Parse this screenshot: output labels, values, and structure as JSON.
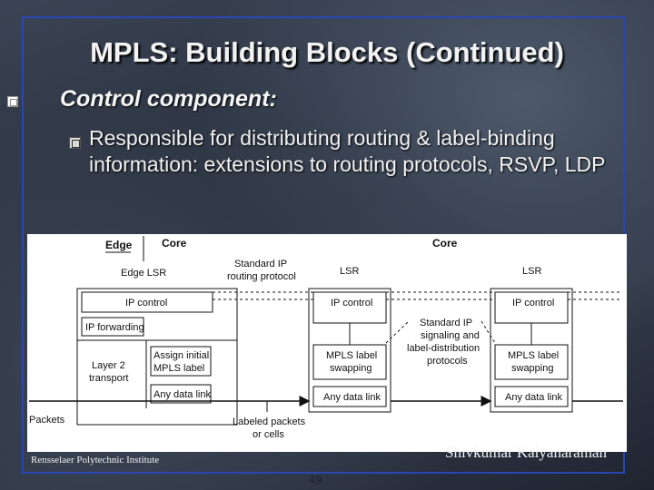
{
  "slide": {
    "title": "MPLS: Building Blocks (Continued)",
    "bullet1": "Control component:",
    "bullet2": "Responsible for distributing routing & label-binding information: extensions to routing protocols, RSVP, LDP"
  },
  "diagram": {
    "header_edge": "Edge",
    "header_core1": "Core",
    "header_core2": "Core",
    "edge_lsr": "Edge LSR",
    "std_ip_routing": [
      "Standard IP",
      "routing protocol"
    ],
    "lsr1": "LSR",
    "lsr2": "LSR",
    "ip_control": "IP control",
    "ip_forwarding": "IP forwarding",
    "layer2": [
      "Layer 2",
      "transport"
    ],
    "assign_label": [
      "Assign initial",
      "MPLS label"
    ],
    "any_data_link": "Any data link",
    "mpls_swap": [
      "MPLS label",
      "swapping"
    ],
    "std_ip_signaling": [
      "Standard IP",
      "signaling and",
      "label-distribution",
      "protocols"
    ],
    "packets": "Packets",
    "labeled_packets": [
      "Labeled packets",
      "or cells"
    ]
  },
  "footer": {
    "institution": "Rensselaer Polytechnic Institute",
    "author": "Shivkumar Kalyanaraman",
    "page": "49"
  }
}
